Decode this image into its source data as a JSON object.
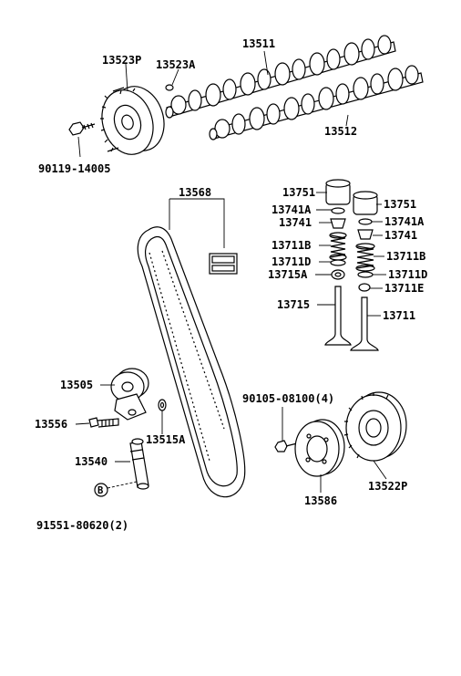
{
  "diagram": {
    "labels": {
      "p13511": "13511",
      "p13523P": "13523P",
      "p13523A": "13523A",
      "p90119": "90119-14005",
      "p13512": "13512",
      "p13568": "13568",
      "p13751_l": "13751",
      "p13751_r": "13751",
      "p13741A_l": "13741A",
      "p13741A_r": "13741A",
      "p13741_l": "13741",
      "p13741_r": "13741",
      "p13711B_l": "13711B",
      "p13711B_r": "13711B",
      "p13711D_l": "13711D",
      "p13711D_r": "13711D",
      "p13715A": "13715A",
      "p13711E": "13711E",
      "p13715": "13715",
      "p13711": "13711",
      "p13505": "13505",
      "p13556": "13556",
      "p13515A": "13515A",
      "p13540": "13540",
      "p91551": "91551-80620(2)",
      "p90105": "90105-08100(4)",
      "p13586": "13586",
      "p13522P": "13522P",
      "marker_b": "B"
    }
  }
}
